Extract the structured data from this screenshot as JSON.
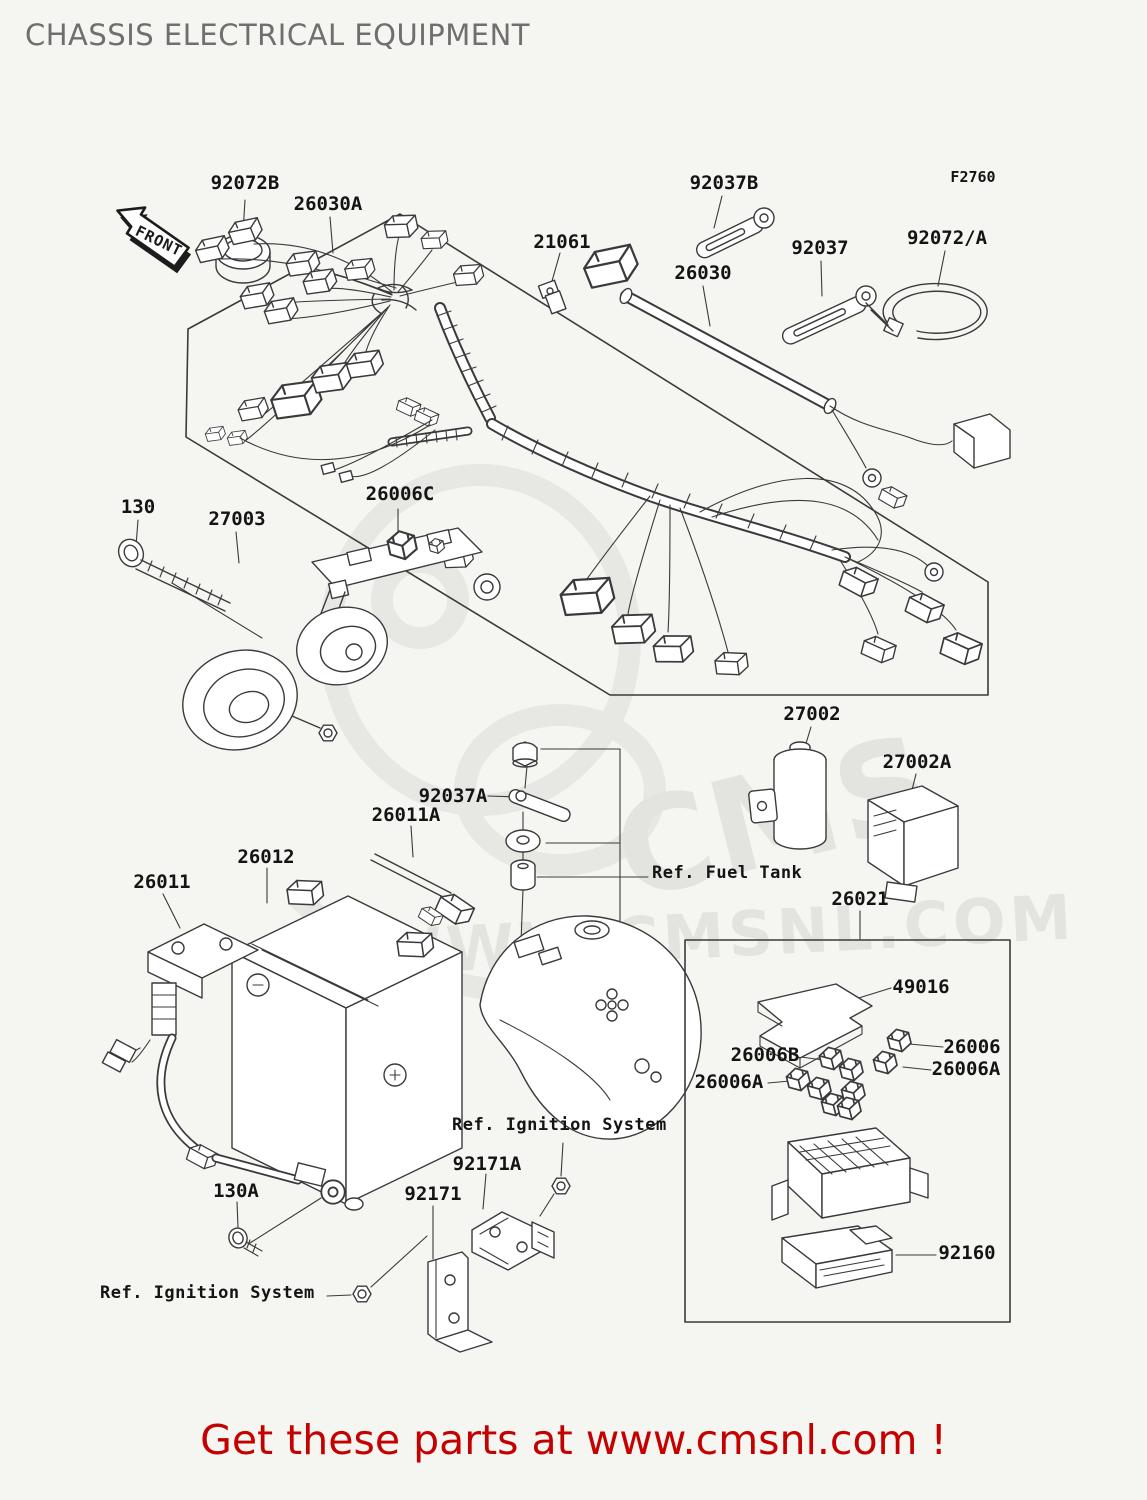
{
  "page": {
    "title": "CHASSIS ELECTRICAL EQUIPMENT",
    "diagram_code": "F2760",
    "front_marker": "FRONT"
  },
  "watermark": {
    "big": "CMS",
    "url": "WWW.CMSNL.COM"
  },
  "footer": {
    "promo": "Get these parts at www.cmsnl.com !"
  },
  "colors": {
    "promo_red": "#c40000",
    "line_ink": "#3a3a3a",
    "title_gray": "#6f6f6f"
  },
  "labels": {
    "l92072b": "92072B",
    "l26030a": "26030A",
    "l21061": "21061",
    "l92037b": "92037B",
    "l26030": "26030",
    "l92037": "92037",
    "l92072a": "92072/A",
    "l130": "130",
    "l27003": "27003",
    "l26006c": "26006C",
    "l27002": "27002",
    "l27002a": "27002A",
    "l92037a": "92037A",
    "l26011a": "26011A",
    "ref_fuel_tank": "Ref. Fuel Tank",
    "l26012": "26012",
    "l26011": "26011",
    "l26021": "26021",
    "l49016": "49016",
    "l26006b": "26006B",
    "l26006": "26006",
    "l26006a_right": "26006A",
    "l26006a_left": "26006A",
    "l92160": "92160",
    "ref_ignition_mid": "Ref. Ignition System",
    "l92171a": "92171A",
    "l92171": "92171",
    "l130a": "130A",
    "ref_ignition_bottom": "Ref. Ignition System"
  }
}
